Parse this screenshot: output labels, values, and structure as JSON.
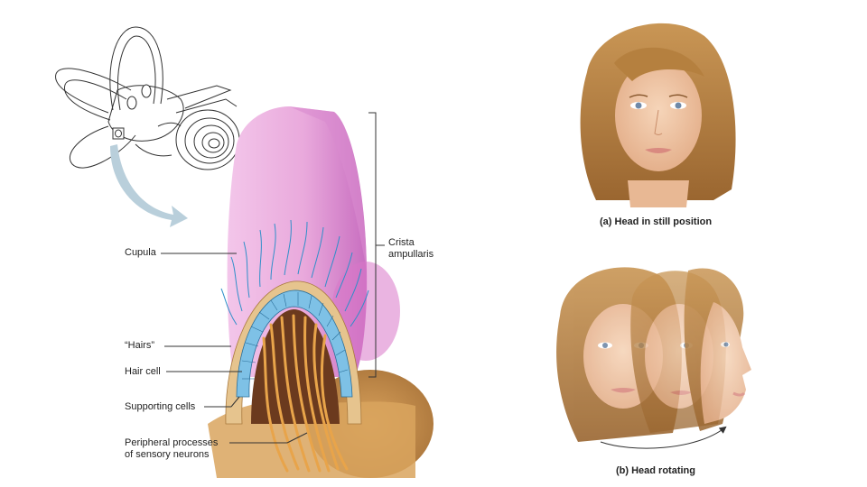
{
  "labels": {
    "cupula": "Cupula",
    "crista_line1": "Crista",
    "crista_line2": "ampullaris",
    "hairs": "“Hairs”",
    "hair_cell": "Hair cell",
    "supporting_cells": "Supporting cells",
    "peripheral_line1": "Peripheral processes",
    "peripheral_line2": "of sensory neurons"
  },
  "captions": {
    "still": "(a) Head in still position",
    "rotating": "(b) Head rotating"
  },
  "colors": {
    "cupula": "#e9a9dc",
    "cupula_dark": "#c86ec0",
    "hair_cell": "#7ec1e6",
    "supporting": "#e6c48e",
    "neuron": "#e8a44a",
    "tissue": "#c88d4a",
    "hair": "#2f8fc9",
    "skin": "#f1c9a8",
    "hair_face": "#b07a3e",
    "arrow": "#b9cfdb"
  }
}
